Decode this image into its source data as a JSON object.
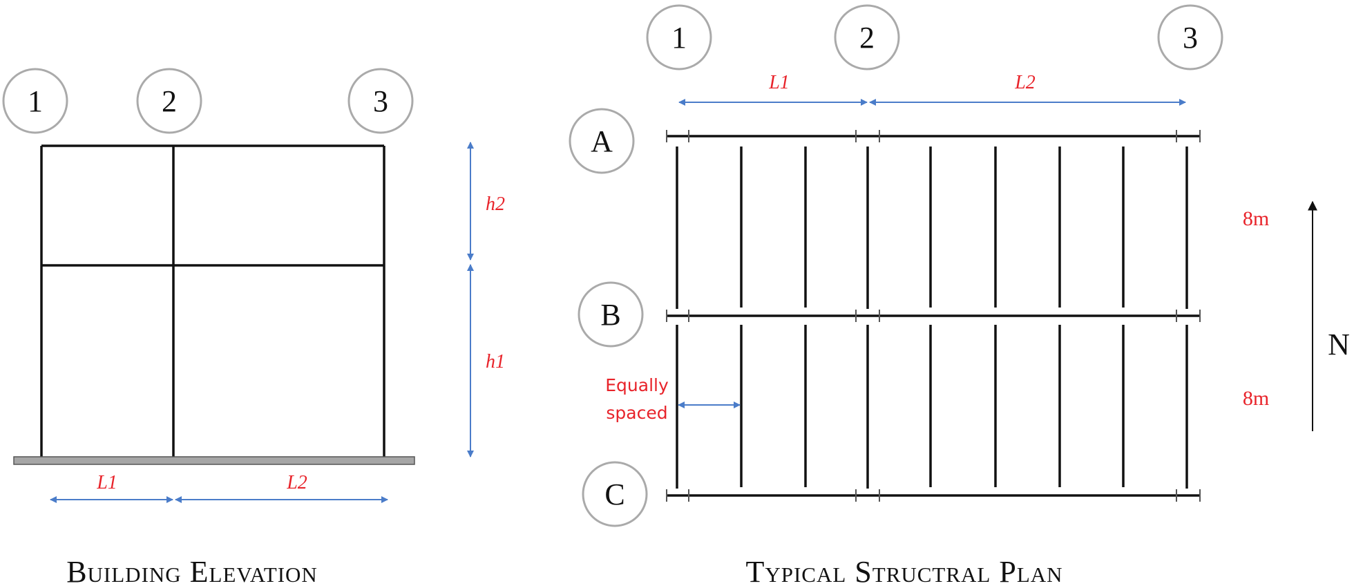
{
  "colors": {
    "member": "#111111",
    "dimension": "#4a7cc9",
    "label": "#e8232a",
    "bubble": "#aaaaaa",
    "ground": "#a6a6a6"
  },
  "elevation": {
    "grid_labels": [
      "1",
      "2",
      "3"
    ],
    "heights": {
      "h2": "h2",
      "h1": "h1"
    },
    "spans": {
      "l1": "L1",
      "l2": "L2"
    },
    "title": "Building Elevation"
  },
  "plan": {
    "grid_labels": [
      "1",
      "2",
      "3"
    ],
    "row_labels": [
      "A",
      "B",
      "C"
    ],
    "spans": {
      "l1": "L1",
      "l2": "L2"
    },
    "bay_depths": [
      "8m",
      "8m"
    ],
    "equally_spaced": [
      "Equally",
      "spaced"
    ],
    "north": "N",
    "title": "Typical Structral Plan"
  }
}
